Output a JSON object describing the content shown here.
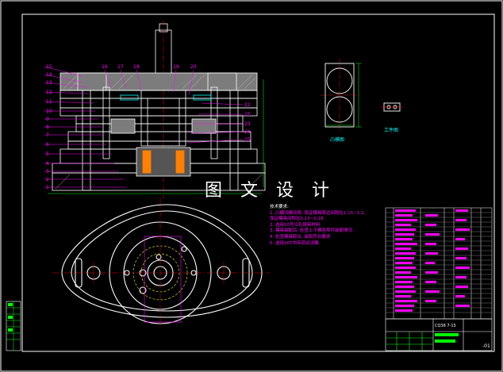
{
  "watermark": "图 文 设 计",
  "section_labels": {
    "left_view": "凸模图",
    "right_view": "工件图"
  },
  "notes": {
    "heading": "技术要求:",
    "items": [
      "1. 凸模凹模间隙, 保证模具周边间隙在1.15~1.2,",
      "   保证模具间隙在0.15~0.18.",
      "2. 选用10号冷轧钢带材料.",
      "3. 模具装配后, 检查上下模各零件装配情况.",
      "4. 检查模具配合, 装配符合要求.",
      "5. 选用16T冲床调试试模."
    ]
  },
  "title_block": {
    "code": "CQ38 7-15",
    "sheet": "-01"
  },
  "part_numbers_left": [
    "15",
    "14",
    "13",
    "12",
    "11",
    "10",
    "9",
    "8",
    "7",
    "6",
    "5",
    "4",
    "3",
    "2",
    "1"
  ],
  "part_numbers_top": [
    "16",
    "17",
    "18",
    "19",
    "20"
  ],
  "part_numbers_right": [
    "21",
    "22",
    "23",
    "24",
    "25"
  ],
  "colors": {
    "outline": "#ffffff",
    "numbers": "#ff00ff",
    "centerline": "#ff0000",
    "hidden": "#ffff00",
    "dimension": "#00ff00",
    "section": "#00ffff"
  }
}
